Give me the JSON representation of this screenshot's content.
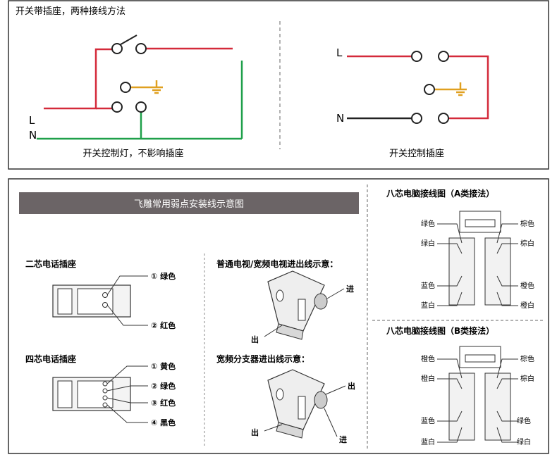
{
  "top_panel": {
    "title": "开关带插座，两种接线方法",
    "left_diagram": {
      "label_L": "L",
      "label_N": "N",
      "caption": "开关控制灯，不影响插座"
    },
    "right_diagram": {
      "label_L": "L",
      "label_N": "N",
      "caption": "开关控制插座"
    }
  },
  "bottom_left": {
    "banner": "飞雕常用弱点安装线示意图",
    "two_core": {
      "title": "二芯电话插座",
      "labels": [
        "① 绿色",
        "② 红色"
      ]
    },
    "four_core": {
      "title": "四芯电话插座",
      "labels": [
        "① 黄色",
        "② 绿色",
        "③ 红色",
        "④ 黑色"
      ]
    },
    "tv": {
      "title": "普通电视/宽频电视进出线示意：",
      "in_label": "进",
      "out_label": "出"
    },
    "splitter": {
      "title": "宽频分支器进出线示意：",
      "in_label": "进",
      "out_label": "出"
    }
  },
  "bottom_right": {
    "a_scheme": {
      "title": "八芯电脑接线图（A类接法）",
      "left_labels": [
        "绿色",
        "绿白",
        "蓝色",
        "蓝白"
      ],
      "right_labels": [
        "棕色",
        "棕白",
        "橙色",
        "橙白"
      ]
    },
    "b_scheme": {
      "title": "八芯电脑接线图（B类接法）",
      "left_labels": [
        "橙色",
        "橙白",
        "蓝色",
        "蓝白"
      ],
      "right_labels": [
        "棕色",
        "棕白",
        "绿色",
        "绿白"
      ]
    }
  },
  "colors": {
    "live": "#d42a3a",
    "neutral": "#1fa04a",
    "earth": "#e0a020",
    "wire": "#222222",
    "banner_bg": "#6b6466"
  }
}
